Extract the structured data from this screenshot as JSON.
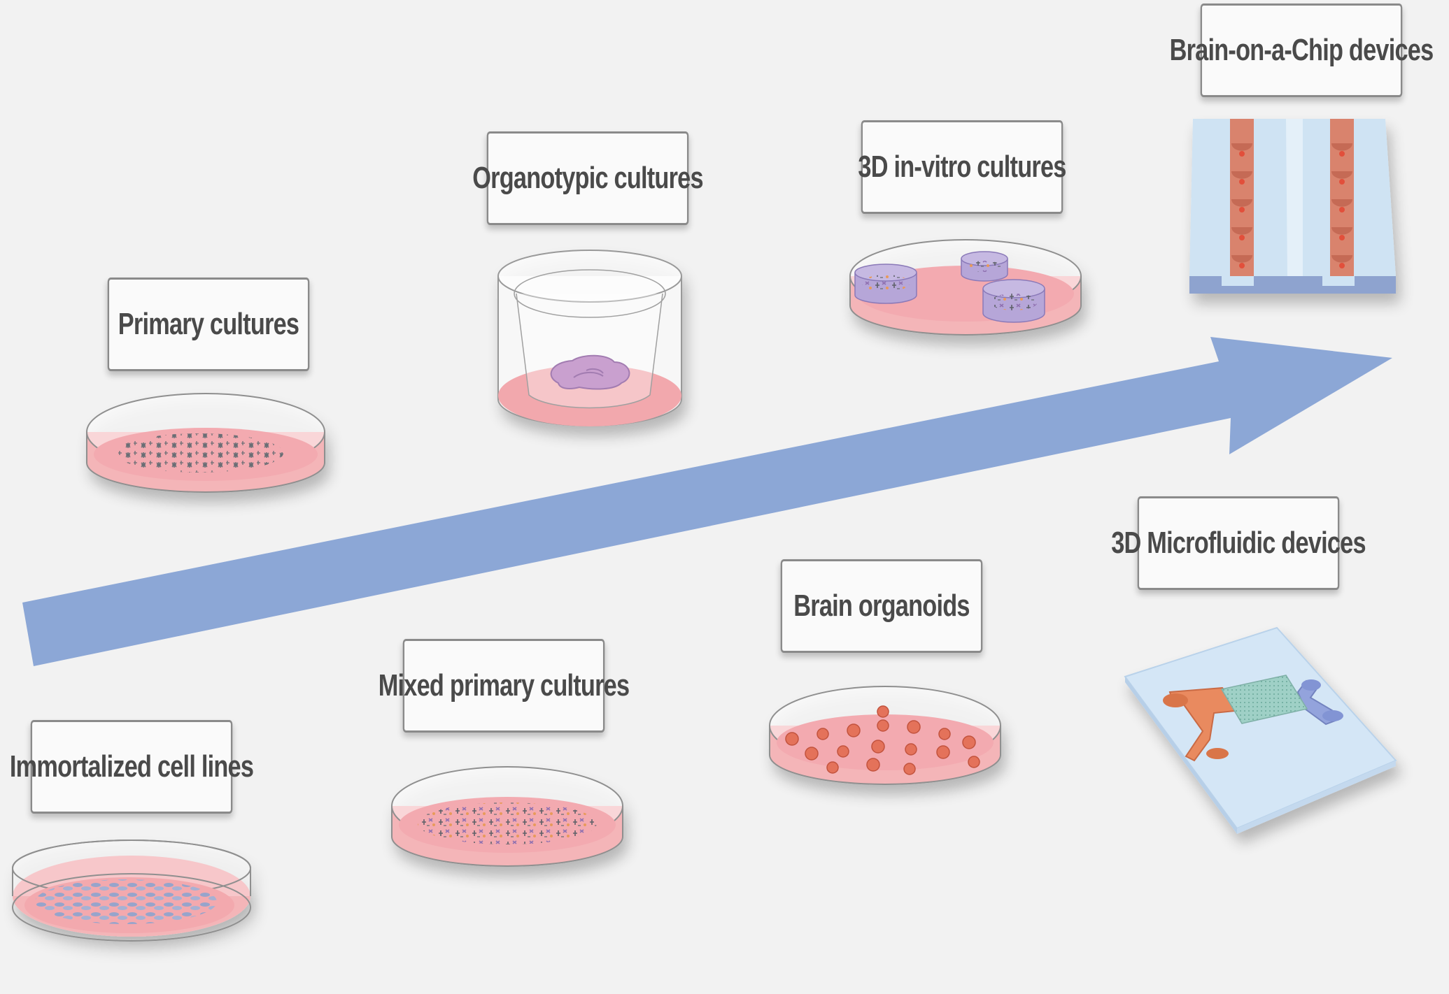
{
  "labels": {
    "immortalized": "Immortalized cell lines",
    "primary": "Primary cultures",
    "mixed": "Mixed primary cultures",
    "organotypic": "Organotypic cultures",
    "organoids": "Brain organoids",
    "invitro3d": "3D in-vitro cultures",
    "microfluidic": "3D Microfluidic devices",
    "chip": "Brain-on-a-Chip devices"
  },
  "colors": {
    "arrow": "#8aa6d4",
    "medium": "#f2b7b9",
    "dish_rim": "#8f8f8f",
    "chip_bg": "#d6e8f5",
    "channel": "#d68672"
  }
}
